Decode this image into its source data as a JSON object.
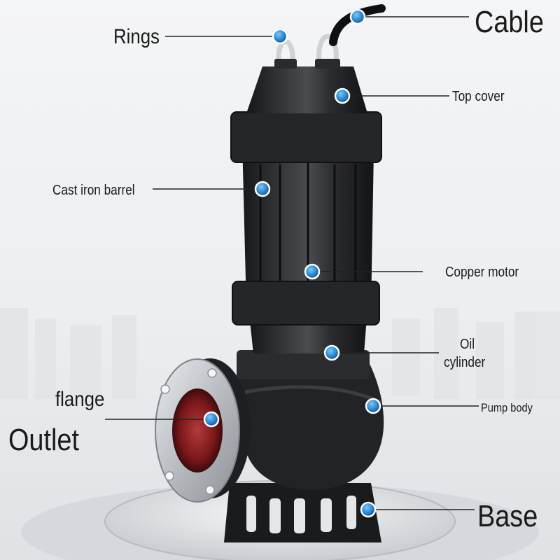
{
  "labels": {
    "cable": "Cable",
    "rings": "Rings",
    "top_cover": "Top cover",
    "cast_iron_barrel": "Cast iron barrel",
    "copper_motor": "Copper motor",
    "oil_cylinder_line1": "Oil",
    "oil_cylinder_line2": "cylinder",
    "pump_body": "Pump body",
    "flange": "flange",
    "outlet": "Outlet",
    "base": "Base"
  },
  "colors": {
    "marker_blue": "#2f8fd8",
    "pump_body": "#1c1d1f",
    "flange_steel": "#c9ccd0",
    "outlet_interior": "#8a1f22"
  }
}
